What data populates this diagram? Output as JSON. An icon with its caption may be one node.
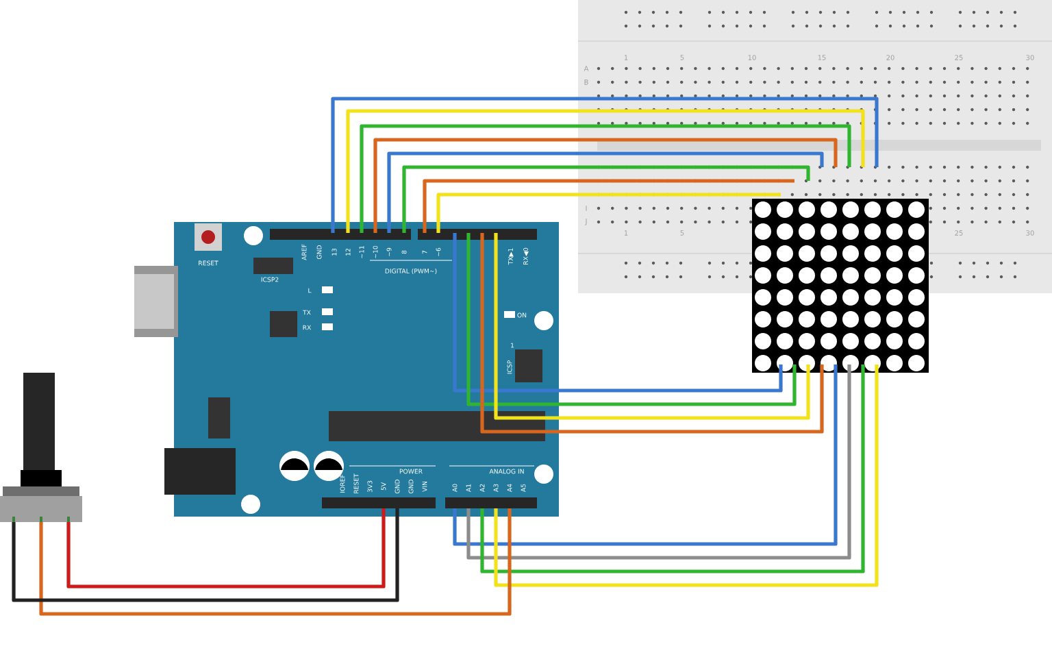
{
  "diagram": {
    "nodes": [
      {
        "text": [],
        "shape": "picture"
      },
      {
        "text": [],
        "shape": "picture"
      },
      {
        "text": [],
        "shape": "picture"
      },
      {
        "text": [],
        "shape": "picture"
      }
    ],
    "edges": [
      {
        "from": 1,
        "to": 0,
        "arrow": "none",
        "color": "#3a78d0"
      },
      {
        "from": 1,
        "to": 0,
        "arrow": "none",
        "color": "#f2e21c"
      },
      {
        "from": 1,
        "to": 0,
        "arrow": "none",
        "color": "#2fb52f"
      },
      {
        "from": 1,
        "to": 0,
        "arrow": "none",
        "color": "#d8661d"
      },
      {
        "from": 1,
        "to": 0,
        "arrow": "none",
        "color": "#3a78d0"
      },
      {
        "from": 1,
        "to": 0,
        "arrow": "none",
        "color": "#2fb52f"
      },
      {
        "from": 1,
        "to": 0,
        "arrow": "none",
        "color": "#d8661d"
      },
      {
        "from": 1,
        "to": 0,
        "arrow": "none",
        "color": "#f2e21c"
      },
      {
        "from": 1,
        "to": 2,
        "arrow": "none",
        "color": "#3a78d0"
      },
      {
        "from": 1,
        "to": 2,
        "arrow": "none",
        "color": "#2fb52f"
      },
      {
        "from": 1,
        "to": 2,
        "arrow": "none",
        "color": "#d8661d"
      },
      {
        "from": 1,
        "to": 2,
        "arrow": "none",
        "color": "#f2e21c"
      },
      {
        "from": 1,
        "to": 2,
        "arrow": "none",
        "color": "#3a78d0"
      },
      {
        "from": 1,
        "to": 2,
        "arrow": "none",
        "color": "#8c8c8c"
      },
      {
        "from": 1,
        "to": 2,
        "arrow": "none",
        "color": "#2fb52f"
      },
      {
        "from": 1,
        "to": 2,
        "arrow": "none",
        "color": "#f2e21c"
      },
      {
        "from": 1,
        "to": 3,
        "arrow": "none",
        "color": "#d8661d"
      },
      {
        "from": 1,
        "to": 3,
        "arrow": "none",
        "color": "#cc1b1b"
      },
      {
        "from": 1,
        "to": 3,
        "arrow": "none",
        "color": "#222222"
      }
    ],
    "labels": [
      "1",
      "5",
      "10",
      "15",
      "20",
      "25",
      "30",
      "A",
      "B",
      "I",
      "J",
      "1",
      "5",
      "25",
      "30",
      "RESET",
      "ICSP2",
      "AREF",
      "GND",
      "13",
      "12",
      "~11",
      "~10",
      "~9",
      "8",
      "7",
      "~6",
      "TX▶1",
      "RX◀0",
      "DIGITAL (PWM~)",
      "L",
      "TX",
      "RX",
      "ON",
      "1",
      "ICSP",
      "IOREF",
      "RESET",
      "3V3",
      "5V",
      "GND",
      "GND",
      "VIN",
      "POWER",
      "ANALOG IN",
      "A0",
      "A1",
      "A2",
      "A3",
      "A4",
      "A5"
    ]
  }
}
